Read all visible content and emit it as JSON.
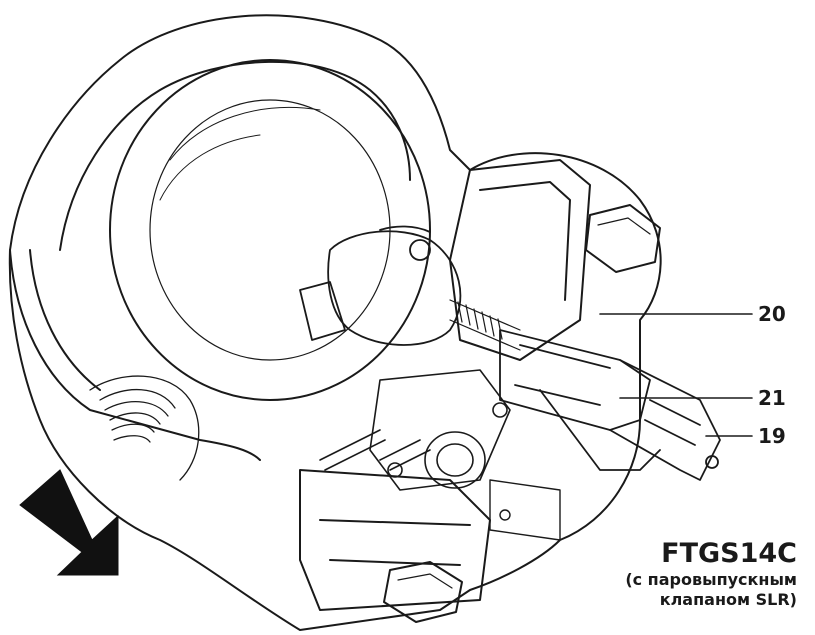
{
  "title": {
    "model": "FTGS14C",
    "subtitle_line1": "(с паровыпускным",
    "subtitle_line2": "клапаном SLR)"
  },
  "callouts": [
    {
      "label": "20"
    },
    {
      "label": "21"
    },
    {
      "label": "19"
    }
  ],
  "colors": {
    "ink": "#1a1a1a",
    "background": "#ffffff",
    "arrow": "#111111"
  },
  "icons": {
    "flow_arrow": "flow-direction-arrow-icon"
  }
}
